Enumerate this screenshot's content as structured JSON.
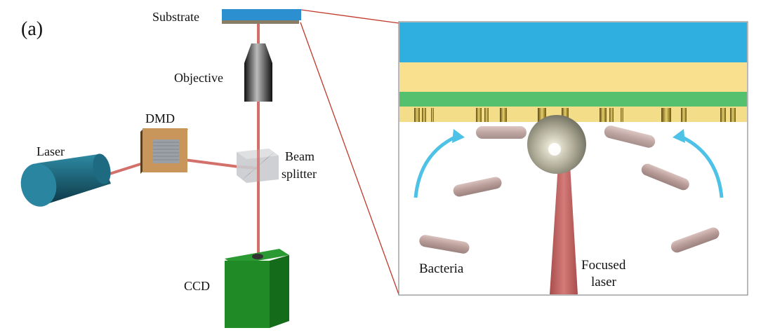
{
  "panel_label": "(a)",
  "components": {
    "substrate": "Substrate",
    "objective": "Objective",
    "dmd": "DMD",
    "laser": "Laser",
    "beam_splitter_line1": "Beam",
    "beam_splitter_line2": "splitter",
    "ccd": "CCD"
  },
  "inset": {
    "bacteria_label": "Bacteria",
    "focused_laser_line1": "Focused",
    "focused_laser_line2": "laser"
  },
  "colors": {
    "beam": "#d4706a",
    "substrate_blue": "#2faee0",
    "gold_layer": "#f8e08e",
    "green_layer": "#55c06e",
    "laser_body": "#2a7f96",
    "ccd_green": "#1f8a26",
    "dmd_frame": "#c8955a",
    "arrow_blue": "#4ec2e6"
  }
}
